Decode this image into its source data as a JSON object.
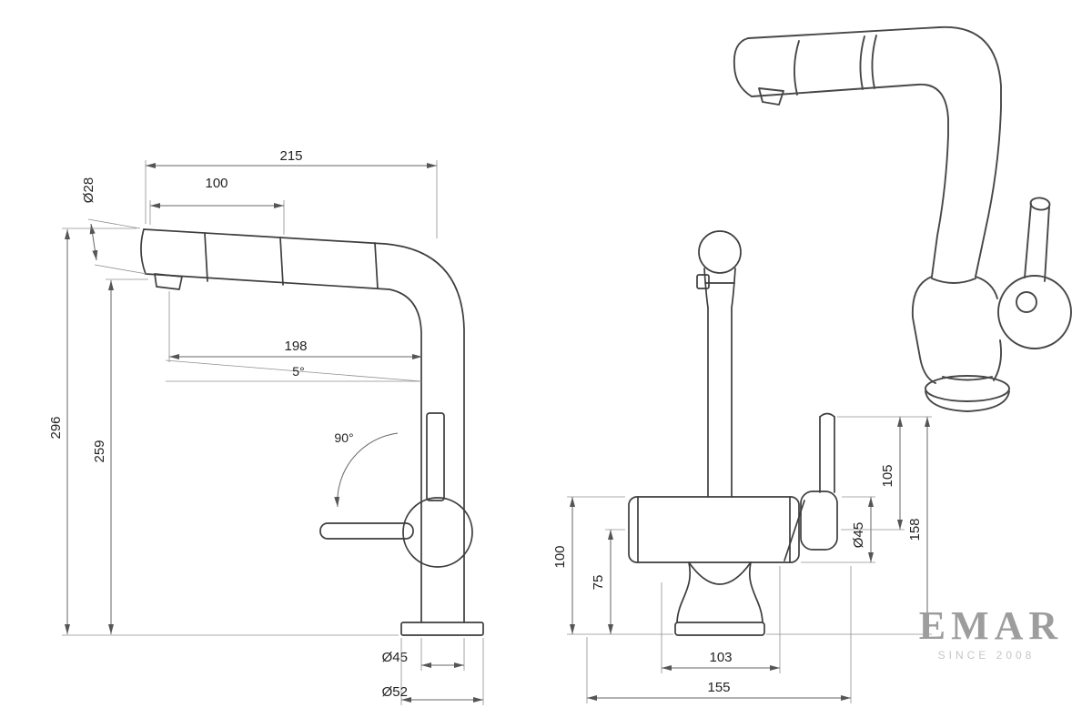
{
  "drawing": {
    "subject": "pull-out kitchen faucet technical drawing"
  },
  "side_view": {
    "dims": {
      "width_total": "215",
      "head_length": "100",
      "spout_diameter": "Ø28",
      "reach": "198",
      "spout_angle": "5°",
      "height_total": "296",
      "height_outlet": "259",
      "handle_rotation": "90°",
      "body_diameter": "Ø45",
      "base_diameter": "Ø52"
    }
  },
  "front_view": {
    "dims": {
      "body_height": "100",
      "axis_height": "75",
      "center_offset": "103",
      "width_total": "155",
      "body_diameter": "Ø45",
      "handle_length": "105",
      "handle_height": "158"
    }
  },
  "logo": {
    "brand": "EMAR",
    "tagline": "SINCE 2008"
  }
}
